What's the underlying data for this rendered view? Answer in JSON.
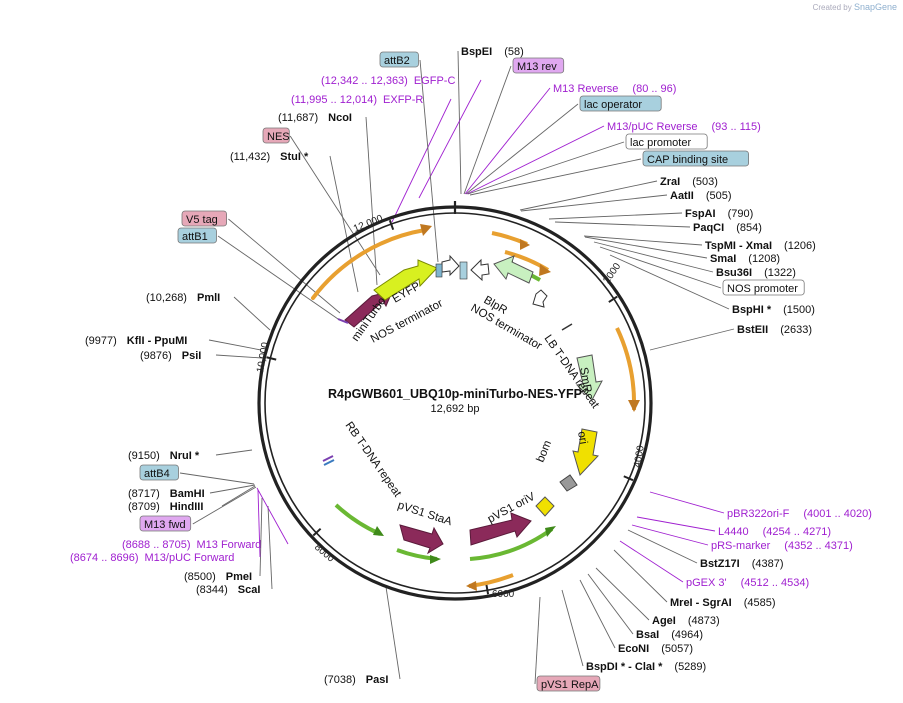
{
  "branding": {
    "created_by": "Created by",
    "app": "SnapGene"
  },
  "plasmid": {
    "name": "R4pGWB601_UBQ10p-miniTurbo-NES-YFP",
    "size_label": "12,692 bp",
    "length": 12692
  },
  "colors": {
    "backbone": "#222222",
    "site_leader": "#555555",
    "primer": "#a020d0",
    "feature_blue": "#a8d0de",
    "feature_pink": "#e6a8b8",
    "feature_purple": "#e0a8f0",
    "orange_arrow": "#e8a030",
    "green_arrow": "#6ab833",
    "cds_maroon": "#8b2a5a",
    "eyfp": "#d8f020",
    "ori_yellow": "#f0e000",
    "bla_green": "#c8f0c0"
  },
  "ticks": [
    {
      "label": "2000",
      "bp": 2000
    },
    {
      "label": "4000",
      "bp": 4000
    },
    {
      "label": "6000",
      "bp": 6000
    },
    {
      "label": "8000",
      "bp": 8000
    },
    {
      "label": "10,000",
      "bp": 10000
    },
    {
      "label": "12,000",
      "bp": 12000
    }
  ],
  "labels": [
    {
      "name": "BspEI",
      "pos": "(58)",
      "kind": "site",
      "bp": 58
    },
    {
      "name": "M13 rev",
      "kind": "box",
      "box": "purple",
      "bp": 60
    },
    {
      "name": "M13 Reverse",
      "pos": "(80 .. 96)",
      "kind": "primer",
      "bp": 88
    },
    {
      "name": "lac operator",
      "kind": "box",
      "box": "blue",
      "bp": 100
    },
    {
      "name": "M13/pUC Reverse",
      "pos": "(93 .. 115)",
      "kind": "primer",
      "bp": 104
    },
    {
      "name": "lac promoter",
      "kind": "box",
      "box": "white",
      "bp": 120
    },
    {
      "name": "CAP binding site",
      "kind": "box",
      "box": "blue",
      "bp": 150
    },
    {
      "name": "ZraI",
      "pos": "(503)",
      "kind": "site",
      "bp": 503
    },
    {
      "name": "AatII",
      "pos": "(505)",
      "kind": "site",
      "bp": 505
    },
    {
      "name": "FspAI",
      "pos": "(790)",
      "kind": "site",
      "bp": 790
    },
    {
      "name": "PaqCI",
      "pos": "(854)",
      "kind": "site",
      "bp": 854
    },
    {
      "name": "TspMI - XmaI",
      "pos": "(1206)",
      "kind": "site",
      "bp": 1206
    },
    {
      "name": "SmaI",
      "pos": "(1208)",
      "kind": "site",
      "bp": 1208
    },
    {
      "name": "Bsu36I",
      "pos": "(1322)",
      "kind": "site",
      "bp": 1322
    },
    {
      "name": "NOS promoter",
      "kind": "box",
      "box": "white",
      "bp": 1400
    },
    {
      "name": "BspHI *",
      "pos": "(1500)",
      "kind": "site",
      "bp": 1500
    },
    {
      "name": "BstEII",
      "pos": "(2633)",
      "kind": "site",
      "bp": 2633
    },
    {
      "name": "pBR322ori-F",
      "pos": "(4001 .. 4020)",
      "kind": "primer",
      "bp": 4010
    },
    {
      "name": "L4440",
      "pos": "(4254 .. 4271)",
      "kind": "primer",
      "bp": 4262
    },
    {
      "name": "pRS-marker",
      "pos": "(4352 .. 4371)",
      "kind": "primer",
      "bp": 4361
    },
    {
      "name": "BstZ17I",
      "pos": "(4387)",
      "kind": "site",
      "bp": 4387
    },
    {
      "name": "pGEX 3'",
      "pos": "(4512 .. 4534)",
      "kind": "primer",
      "bp": 4523
    },
    {
      "name": "MreI - SgrAI",
      "pos": "(4585)",
      "kind": "site",
      "bp": 4585
    },
    {
      "name": "AgeI",
      "pos": "(4873)",
      "kind": "site",
      "bp": 4873
    },
    {
      "name": "BsaI",
      "pos": "(4964)",
      "kind": "site",
      "bp": 4964
    },
    {
      "name": "EcoNI",
      "pos": "(5057)",
      "kind": "site",
      "bp": 5057
    },
    {
      "name": "BspDI * - ClaI *",
      "pos": "(5289)",
      "kind": "site",
      "bp": 5289
    },
    {
      "name": "pVS1 RepA",
      "kind": "box",
      "box": "pink",
      "bp": 5500
    },
    {
      "name": "PasI",
      "pos": "(7038)",
      "kind": "site",
      "bp": 7038
    },
    {
      "name": "ScaI",
      "pos": "(8344)",
      "kind": "site",
      "bp": 8344
    },
    {
      "name": "PmeI",
      "pos": "(8500)",
      "kind": "site",
      "bp": 8500
    },
    {
      "name": "M13/pUC Forward",
      "pos": "(8674 .. 8696)",
      "kind": "primer",
      "bp": 8685
    },
    {
      "name": "M13 Forward",
      "pos": "(8688 .. 8705)",
      "kind": "primer",
      "bp": 8696
    },
    {
      "name": "M13 fwd",
      "kind": "box",
      "box": "purple",
      "bp": 8700
    },
    {
      "name": "HindIII",
      "pos": "(8709)",
      "kind": "site",
      "bp": 8709
    },
    {
      "name": "BamHI",
      "pos": "(8717)",
      "kind": "site",
      "bp": 8717
    },
    {
      "name": "attB4",
      "kind": "box",
      "box": "blue",
      "bp": 8740
    },
    {
      "name": "NruI *",
      "pos": "(9150)",
      "kind": "site",
      "bp": 9150
    },
    {
      "name": "PsiI",
      "pos": "(9876)",
      "kind": "site",
      "bp": 9876
    },
    {
      "name": "KflI - PpuMI",
      "pos": "(9977)",
      "kind": "site",
      "bp": 9977
    },
    {
      "name": "PmlI",
      "pos": "(10,268)",
      "kind": "site",
      "bp": 10268
    },
    {
      "name": "attB1",
      "kind": "box",
      "box": "blue",
      "bp": 10700
    },
    {
      "name": "V5 tag",
      "kind": "box",
      "box": "pink",
      "bp": 10720
    },
    {
      "name": "StuI *",
      "pos": "(11,432)",
      "kind": "site",
      "bp": 11432
    },
    {
      "name": "NES",
      "kind": "box",
      "box": "pink",
      "bp": 11600
    },
    {
      "name": "NcoI",
      "pos": "(11,687)",
      "kind": "site",
      "bp": 11687
    },
    {
      "name": "EXFP-R",
      "pos": "(11,995 .. 12,014)",
      "kind": "primer",
      "bp": 12004
    },
    {
      "name": "EGFP-C",
      "pos": "(12,342 .. 12,363)",
      "kind": "primer",
      "bp": 12352
    },
    {
      "name": "attB2",
      "kind": "box",
      "box": "blue",
      "bp": 12450
    }
  ],
  "features": [
    {
      "name": "EYFP",
      "bp": 11950
    },
    {
      "name": "miniTurbo",
      "bp": 11050
    },
    {
      "name": "NOS terminator",
      "bp": 11700
    },
    {
      "name": "BlpR",
      "bp": 800
    },
    {
      "name": "NOS terminator",
      "bp": 1100
    },
    {
      "name": "LB T-DNA repeat",
      "bp": 2100
    },
    {
      "name": "SmR",
      "bp": 3100
    },
    {
      "name": "ori",
      "bp": 3600
    },
    {
      "name": "bom",
      "bp": 3950
    },
    {
      "name": "pVS1 oriV",
      "bp": 4600
    },
    {
      "name": "pVS1 StaA",
      "bp": 7000
    },
    {
      "name": "RB T-DNA repeat",
      "bp": 8900
    }
  ]
}
